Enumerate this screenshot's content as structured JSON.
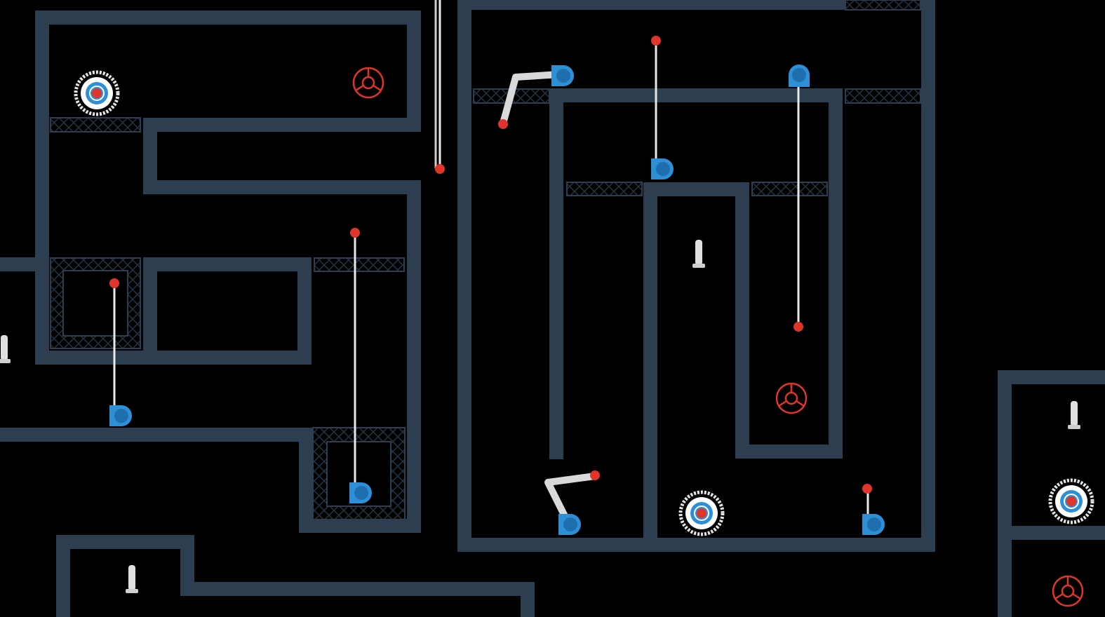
{
  "game": {
    "title": "",
    "colors": {
      "background": "#000000",
      "wall": "#2c3e50",
      "mesh": "#22313f",
      "cannon_blue": "#2d8fd6",
      "cannon_blue_dark": "#1f6fae",
      "laser_red": "#e0352b",
      "beam": "#e8e8e8",
      "portal_ring": "#e8e8e8",
      "target_red": "#e0352b"
    },
    "objects": {
      "portals": [
        "portal-upper-left",
        "portal-bottom-center",
        "portal-right-edge"
      ],
      "red_targets": [
        "target-upper-left",
        "target-middle-right",
        "target-bottom-right"
      ],
      "pins": [
        "pin-left-edge",
        "pin-center",
        "pin-bottom-left",
        "pin-right"
      ],
      "laser_emitters": [
        "emitter-1",
        "emitter-2",
        "emitter-3",
        "emitter-4",
        "emitter-5",
        "emitter-6",
        "emitter-7",
        "emitter-8"
      ]
    }
  }
}
